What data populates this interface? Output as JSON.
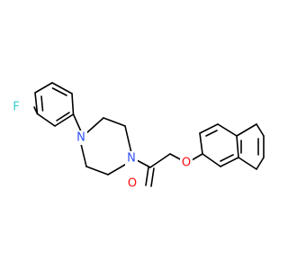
{
  "structure": {
    "atoms": {
      "fluorine": {
        "symbol": "F",
        "color": "#33CCCC"
      },
      "nitrogen_aryl": {
        "symbol": "N",
        "color": "#3050F8"
      },
      "nitrogen_amide": {
        "symbol": "N",
        "color": "#3050F8"
      },
      "oxygen_carbonyl": {
        "symbol": "O",
        "color": "#FF0D0D"
      },
      "oxygen_ether": {
        "symbol": "O",
        "color": "#FF0D0D"
      }
    },
    "bond_color": "#000000"
  }
}
